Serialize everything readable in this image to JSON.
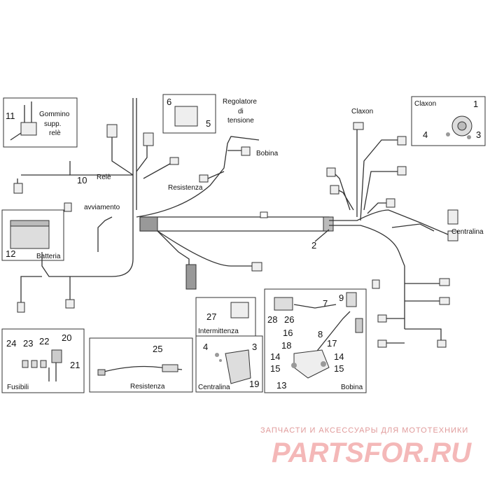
{
  "labels": {
    "gommino": [
      "Gommino",
      "supp.",
      "relè"
    ],
    "rele": [
      "Relè",
      "avviamento"
    ],
    "batteria": "Batteria",
    "regolatore": [
      "Regolatore",
      "di",
      "tensione"
    ],
    "bobina_top": "Bobina",
    "resistenza_top": "Resistenza",
    "claxon_mid": "Claxon",
    "claxon_box": "Claxon",
    "centralina_right": "Centralina",
    "intermittenza": "Intermittenza",
    "fusibili": "Fusibili",
    "resistenza_box": "Resistenza",
    "centralina_box": "Centralina",
    "bobina_box": "Bobina"
  },
  "numbers": {
    "n1": "1",
    "n2": "2",
    "n3": "3",
    "n4": "4",
    "n5": "5",
    "n6": "6",
    "n7": "7",
    "n8": "8",
    "n9": "9",
    "n10": "10",
    "n11": "11",
    "n12": "12",
    "n13": "13",
    "n14a": "14",
    "n14b": "14",
    "n15a": "15",
    "n15b": "15",
    "n16": "16",
    "n17": "17",
    "n18": "18",
    "n19": "19",
    "n20": "20",
    "n21": "21",
    "n22": "22",
    "n23": "23",
    "n24": "24",
    "n25": "25",
    "n26": "26",
    "n27": "27",
    "n28": "28",
    "n3b": "3",
    "n4b": "4"
  },
  "watermark": {
    "line1": "ЗАПЧАСТИ И АКСЕССУАРЫ ДЛЯ МОТОТЕХНИКИ",
    "line2": "PARTSFOR.RU"
  },
  "colors": {
    "watermark": "#f4b8b8",
    "ink": "#111111"
  }
}
